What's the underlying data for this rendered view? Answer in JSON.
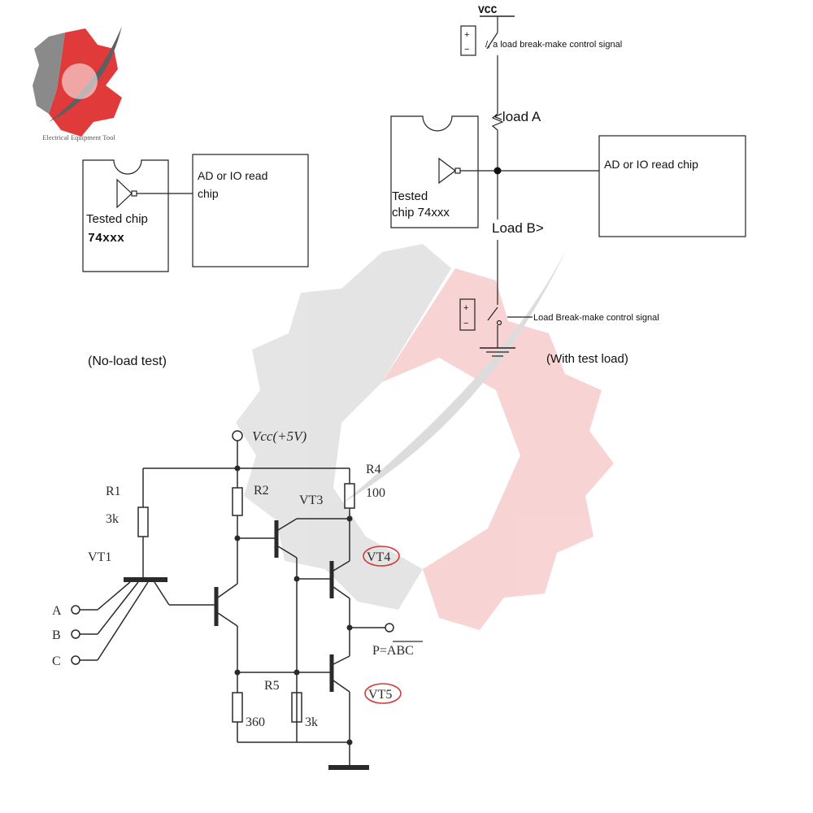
{
  "logo": {
    "caption": "Electrical Equipment Tool",
    "colors": {
      "gray": "#7a7a7a",
      "red": "#e03a3a"
    }
  },
  "no_load": {
    "chip_label_line1": "Tested chip",
    "chip_label_line2": "74xxx",
    "reader_line1": "AD or IO read",
    "reader_line2": "chip",
    "caption": "(No-load test)"
  },
  "with_load": {
    "vcc": "VCC",
    "top_signal": "/, a load break-make control signal",
    "load_a": "<load A",
    "chip_label_line1": "Tested",
    "chip_label_line2": "chip 74xxx",
    "reader": "AD or IO read chip",
    "load_b": "Load B>",
    "bottom_signal": "Load Break-make control signal",
    "caption": "(With test load)",
    "battery_plus": "+",
    "battery_minus": "−"
  },
  "ttl": {
    "vcc_label": "Vcc(+5V)",
    "r1": "R1",
    "r1_value": "3k",
    "vt1": "VT1",
    "r2": "R2",
    "vt3": "VT3",
    "r4": "R4",
    "r4_value": "100",
    "vt4": "VT4",
    "vt5": "VT5",
    "r5": "R5",
    "r5_value": "3k",
    "r_left_value": "360",
    "input_a": "A",
    "input_b": "B",
    "input_c": "C",
    "output": "P=ABC",
    "highlight_color": "#d23a3a"
  }
}
